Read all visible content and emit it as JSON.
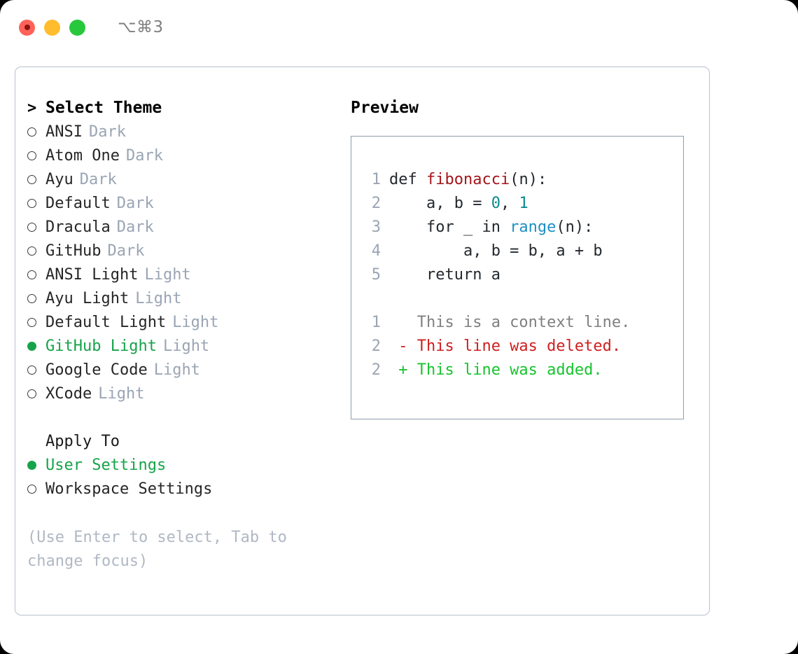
{
  "titlebar": {
    "shortcut": "⌥⌘3",
    "buttons": [
      "close",
      "minimize",
      "zoom"
    ]
  },
  "theme_picker": {
    "header": {
      "prefix": ">",
      "title": "Select Theme"
    },
    "items": [
      {
        "marker": "ring",
        "label": "ANSI",
        "tag": "Dark",
        "selected": false
      },
      {
        "marker": "ring",
        "label": "Atom One",
        "tag": "Dark",
        "selected": false
      },
      {
        "marker": "ring",
        "label": "Ayu",
        "tag": "Dark",
        "selected": false
      },
      {
        "marker": "ring",
        "label": "Default",
        "tag": "Dark",
        "selected": false
      },
      {
        "marker": "ring",
        "label": "Dracula",
        "tag": "Dark",
        "selected": false
      },
      {
        "marker": "ring",
        "label": "GitHub",
        "tag": "Dark",
        "selected": false
      },
      {
        "marker": "ring",
        "label": "ANSI Light",
        "tag": "Light",
        "selected": false
      },
      {
        "marker": "ring",
        "label": "Ayu Light",
        "tag": "Light",
        "selected": false
      },
      {
        "marker": "ring",
        "label": "Default Light",
        "tag": "Light",
        "selected": false
      },
      {
        "marker": "dot",
        "label": "GitHub Light",
        "tag": "Light",
        "selected": true
      },
      {
        "marker": "ring",
        "label": "Google Code",
        "tag": "Light",
        "selected": false
      },
      {
        "marker": "ring",
        "label": "XCode",
        "tag": "Light",
        "selected": false
      }
    ]
  },
  "apply_to": {
    "title": "Apply To",
    "items": [
      {
        "marker": "dot",
        "label": "User Settings",
        "selected": true
      },
      {
        "marker": "ring",
        "label": "Workspace Settings",
        "selected": false
      }
    ]
  },
  "hint": "(Use Enter to select, Tab to change focus)",
  "preview": {
    "title": "Preview",
    "code_lines": [
      {
        "no": "1",
        "segments": [
          {
            "text": "def ",
            "cls": "code-text"
          },
          {
            "text": "fibonacci",
            "cls": "tok-fn"
          },
          {
            "text": "(n):",
            "cls": "code-text"
          }
        ]
      },
      {
        "no": "2",
        "segments": [
          {
            "text": "    a, b = ",
            "cls": "code-text"
          },
          {
            "text": "0",
            "cls": "tok-num"
          },
          {
            "text": ", ",
            "cls": "code-text"
          },
          {
            "text": "1",
            "cls": "tok-num"
          }
        ]
      },
      {
        "no": "3",
        "segments": [
          {
            "text": "    for _ in ",
            "cls": "code-text"
          },
          {
            "text": "range",
            "cls": "tok-call"
          },
          {
            "text": "(n):",
            "cls": "code-text"
          }
        ]
      },
      {
        "no": "4",
        "segments": [
          {
            "text": "        a, b = b, a + b",
            "cls": "code-text"
          }
        ]
      },
      {
        "no": "5",
        "segments": [
          {
            "text": "    return a",
            "cls": "code-text"
          }
        ]
      }
    ],
    "diff_lines": [
      {
        "no": "1",
        "sign": " ",
        "text": "This is a context line.",
        "cls": "diff-ctx"
      },
      {
        "no": "2",
        "sign": "-",
        "text": "This line was deleted.",
        "cls": "diff-del"
      },
      {
        "no": "2",
        "sign": "+",
        "text": "This line was added.",
        "cls": "diff-add"
      }
    ]
  },
  "colors": {
    "accent_green": "#16a34a",
    "tag_gray": "#9aa5b4",
    "hint_gray": "#b0b8c4",
    "diff_add": "#16c42d",
    "diff_del": "#cf1f1f",
    "fn_red": "#a4161a",
    "num_teal": "#0d8a8a",
    "call_blue": "#1f8fc4",
    "frame_border": "#b9c2cf",
    "preview_border": "#8e9cae"
  }
}
